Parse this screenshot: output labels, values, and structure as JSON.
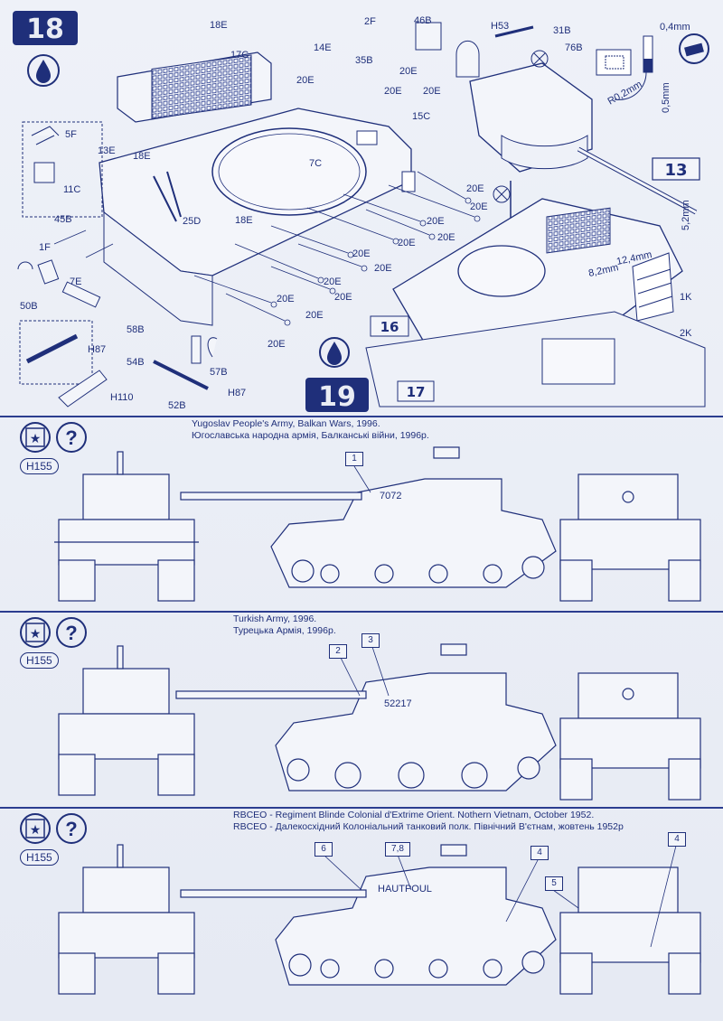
{
  "steps": {
    "step18": "18",
    "step13": "13",
    "step16": "16",
    "step19": "19",
    "step17": "17"
  },
  "part_labels": [
    "18E",
    "17C",
    "2F",
    "46B",
    "H53",
    "31B",
    "76B",
    "14E",
    "35B",
    "20E",
    "20E",
    "20E",
    "20E",
    "5F",
    "13E",
    "18E",
    "15C",
    "7C",
    "11C",
    "25D",
    "18E",
    "20E",
    "20E",
    "20E",
    "20E",
    "20E",
    "20E",
    "20E",
    "45B",
    "1F",
    "7E",
    "20E",
    "20E",
    "20E",
    "50B",
    "58B",
    "20E",
    "20E",
    "H87",
    "54B",
    "57B",
    "H110",
    "52B",
    "H87",
    "1K",
    "2K"
  ],
  "dimensions": {
    "d1": "0,4mm",
    "d2": "0,5mm",
    "d3": "R0,2mm",
    "d4": "5,2mm",
    "d5": "12,4mm",
    "d6": "8,2mm"
  },
  "schemes": [
    {
      "paint_code": "H155",
      "caption_en": "Yugoslav People's Army, Balkan Wars, 1996.",
      "caption_ua": "Югославська народна армія, Балканські війни, 1996р.",
      "callouts": [
        "1"
      ],
      "marking": "7072"
    },
    {
      "paint_code": "H155",
      "caption_en": "Turkish  Army, 1996.",
      "caption_ua": "Турецька Армія, 1996р.",
      "callouts": [
        "2",
        "3"
      ],
      "marking": "52217"
    },
    {
      "paint_code": "H155",
      "caption_en": "RBCEO - Regiment Blinde Colonial d'Extrime Orient. Nothern Vietnam, October 1952.",
      "caption_ua": "RBCEO - Далекосхідний Колоніальний танковий полк. Північний В'єтнам, жовтень 1952р",
      "callouts": [
        "6",
        "7,8",
        "4",
        "4",
        "5"
      ],
      "marking": "HAUTPOUL"
    }
  ],
  "icons": {
    "paint_drop": "paint-drop-icon",
    "insignia": "star-insignia-icon",
    "question": "question-icon",
    "cement": "cement-glue-icon",
    "optional": "optional-part-icon"
  }
}
